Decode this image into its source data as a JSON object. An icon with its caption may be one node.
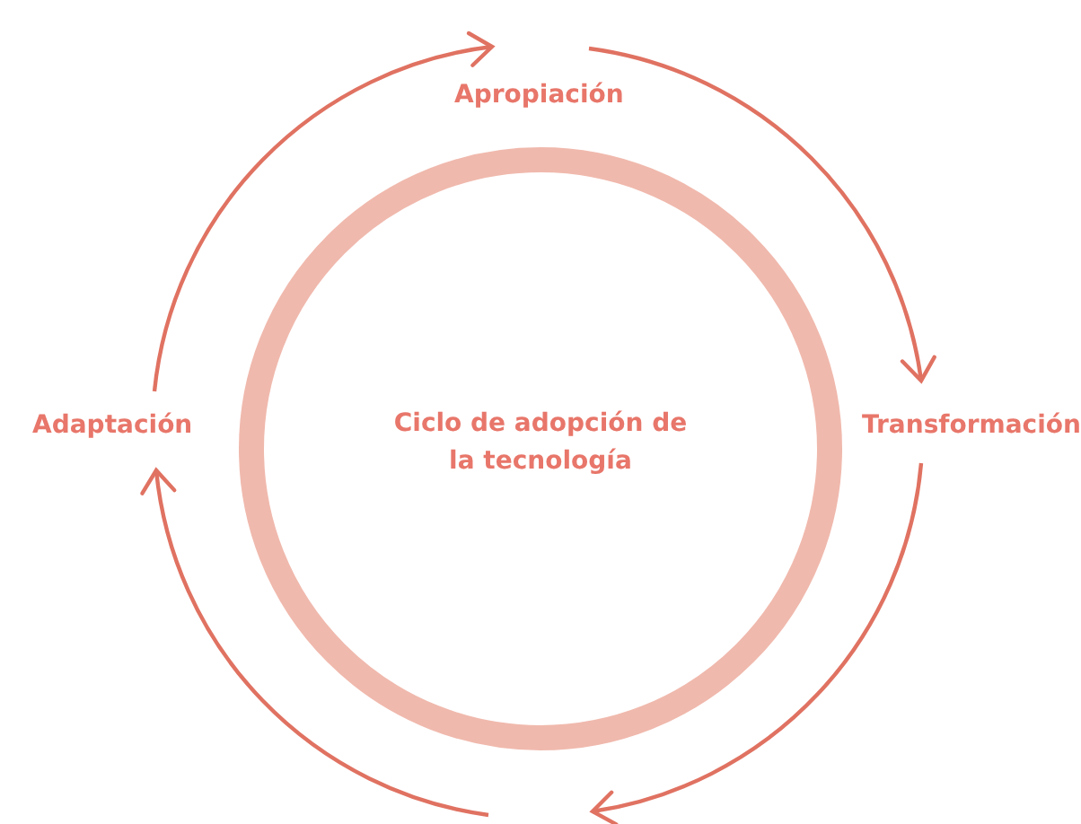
{
  "diagram": {
    "nodes": [
      {
        "text": [
          "Apropiación"
        ]
      },
      {
        "text": [
          "Adaptación"
        ]
      },
      {
        "text": [
          "Ciclo de adopción de la tecnología"
        ]
      },
      {
        "text": [
          "Transformación"
        ]
      }
    ],
    "edges": [
      {
        "from": 1,
        "to": 0,
        "arrow": "to"
      },
      {
        "from": 0,
        "to": 3,
        "arrow": "to"
      },
      {
        "from": 3,
        "to": null,
        "arrow": "to"
      },
      {
        "from": null,
        "to": 1,
        "arrow": "to"
      }
    ]
  }
}
